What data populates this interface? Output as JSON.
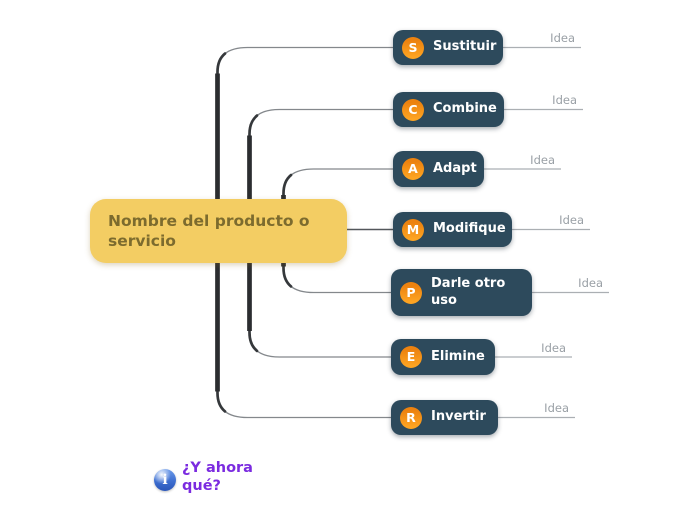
{
  "central_topic": {
    "label": "Nombre del producto o servicio"
  },
  "topics": [
    {
      "letter": "S",
      "label": "Sustituir",
      "idea": "Idea"
    },
    {
      "letter": "C",
      "label": "Combine",
      "idea": "Idea"
    },
    {
      "letter": "A",
      "label": "Adapt",
      "idea": "Idea"
    },
    {
      "letter": "M",
      "label": "Modifique",
      "idea": "Idea"
    },
    {
      "letter": "P",
      "label": "Darle otro uso",
      "idea": "Idea"
    },
    {
      "letter": "E",
      "label": "Elimine",
      "idea": "Idea"
    },
    {
      "letter": "R",
      "label": "Invertir",
      "idea": "Idea"
    }
  ],
  "floating_topic": {
    "label": "¿Y ahora qué?",
    "icon": "info-icon"
  },
  "colors": {
    "topic_bg": "#2d4a5c",
    "topic_text": "#ffffff",
    "badge_orange": "#f5940f",
    "central_bg": "#f3cd63",
    "central_text": "#7c6b2e",
    "branch_dark": "#2b2d30",
    "connector_gray": "#84888c",
    "idea_line_gray": "#abafb3",
    "idea_text_gray": "#9aa0a6",
    "floating_text_purple": "#7b2be0",
    "info_icon_blue": "#3f6fd1"
  }
}
